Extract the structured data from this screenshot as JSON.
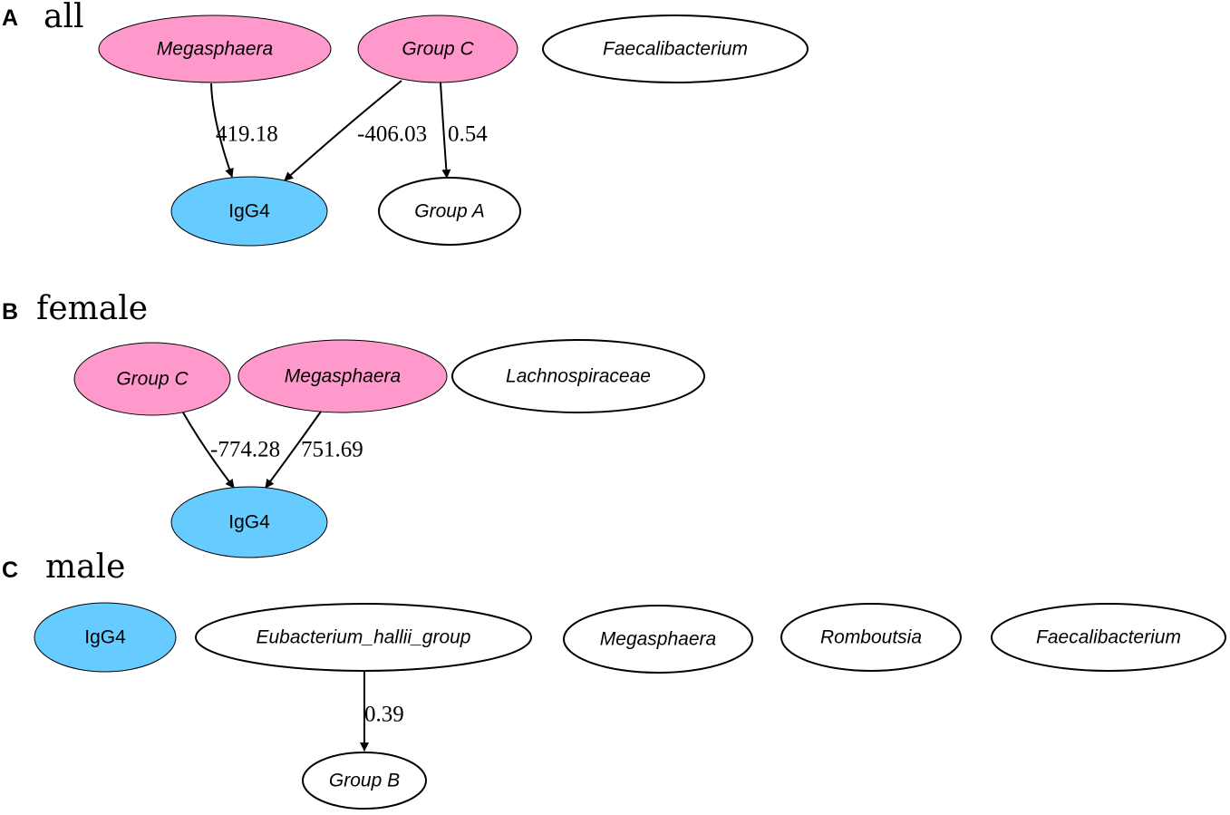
{
  "colors": {
    "pink": "#ff99cc",
    "blue": "#66ccff",
    "white": "#ffffff",
    "stroke": "#000000"
  },
  "panels": [
    {
      "letter": "A",
      "title": "all",
      "nodes": [
        {
          "id": "megasphaera",
          "label": "Megasphaera",
          "italic": true,
          "fill": "pink"
        },
        {
          "id": "groupc",
          "label": "Group C",
          "italic": true,
          "fill": "pink"
        },
        {
          "id": "faecalibacterium",
          "label": "Faecalibacterium",
          "italic": true,
          "fill": "white"
        },
        {
          "id": "igg4",
          "label": "IgG4",
          "italic": false,
          "fill": "blue"
        },
        {
          "id": "groupa",
          "label": "Group A",
          "italic": true,
          "fill": "white"
        }
      ],
      "edges": [
        {
          "from": "megasphaera",
          "to": "igg4",
          "label": "419.18"
        },
        {
          "from": "groupc",
          "to": "igg4",
          "label": "-406.03"
        },
        {
          "from": "groupc",
          "to": "groupa",
          "label": "0.54"
        }
      ]
    },
    {
      "letter": "B",
      "title": "female",
      "nodes": [
        {
          "id": "groupc",
          "label": "Group C",
          "italic": true,
          "fill": "pink"
        },
        {
          "id": "megasphaera",
          "label": "Megasphaera",
          "italic": true,
          "fill": "pink"
        },
        {
          "id": "lachnospiraceae",
          "label": "Lachnospiraceae",
          "italic": true,
          "fill": "white"
        },
        {
          "id": "igg4",
          "label": "IgG4",
          "italic": false,
          "fill": "blue"
        }
      ],
      "edges": [
        {
          "from": "groupc",
          "to": "igg4",
          "label": "-774.28"
        },
        {
          "from": "megasphaera",
          "to": "igg4",
          "label": "751.69"
        }
      ]
    },
    {
      "letter": "C",
      "title": "male",
      "nodes": [
        {
          "id": "igg4",
          "label": "IgG4",
          "italic": false,
          "fill": "blue"
        },
        {
          "id": "eubacterium",
          "label": "Eubacterium_hallii_group",
          "italic": true,
          "fill": "white"
        },
        {
          "id": "megasphaera",
          "label": "Megasphaera",
          "italic": true,
          "fill": "white"
        },
        {
          "id": "romboutsia",
          "label": "Romboutsia",
          "italic": true,
          "fill": "white"
        },
        {
          "id": "faecalibacterium",
          "label": "Faecalibacterium",
          "italic": true,
          "fill": "white"
        },
        {
          "id": "groupb",
          "label": "Group B",
          "italic": true,
          "fill": "white"
        }
      ],
      "edges": [
        {
          "from": "eubacterium",
          "to": "groupb",
          "label": "0.39"
        }
      ]
    }
  ]
}
